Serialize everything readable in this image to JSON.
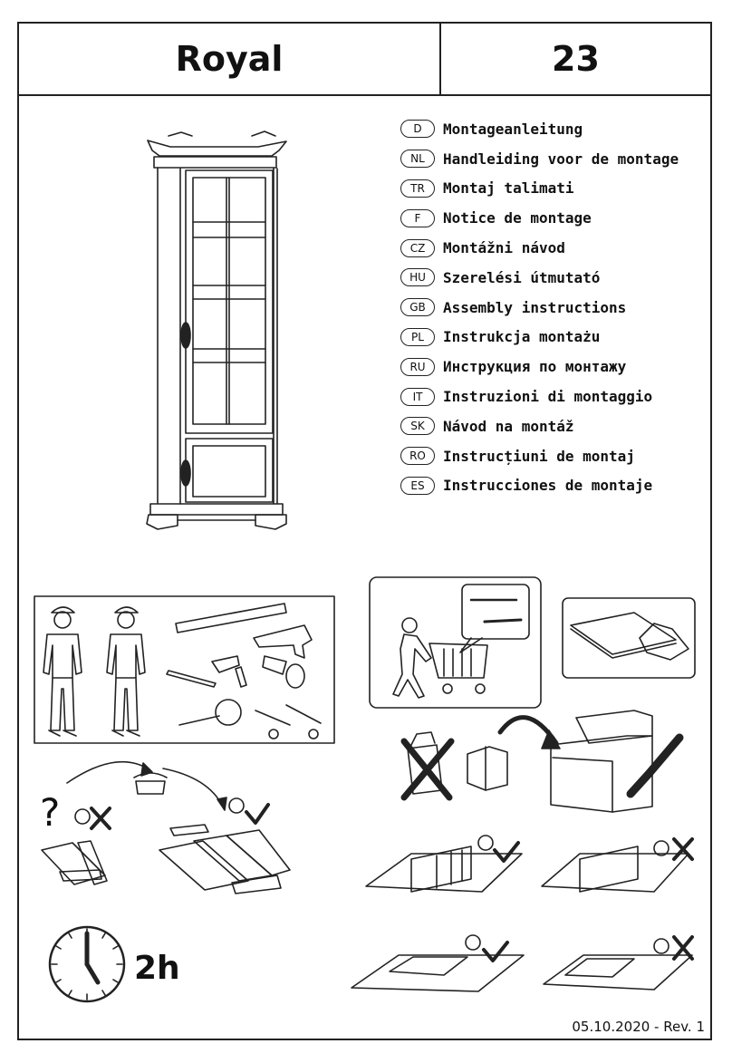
{
  "header": {
    "title": "Royal",
    "page_number": "23"
  },
  "languages": [
    {
      "code": "D",
      "text": "Montageanleitung"
    },
    {
      "code": "NL",
      "text": "Handleiding voor de montage"
    },
    {
      "code": "TR",
      "text": "Montaj talimati"
    },
    {
      "code": "F",
      "text": "Notice de montage"
    },
    {
      "code": "CZ",
      "text": "Montážni návod"
    },
    {
      "code": "HU",
      "text": "Szerelési útmutató"
    },
    {
      "code": "GB",
      "text": "Assembly instructions"
    },
    {
      "code": "PL",
      "text": "Instrukcja montażu"
    },
    {
      "code": "RU",
      "text": "Инструкция по монтажу"
    },
    {
      "code": "IT",
      "text": "Instruzioni di montaggio"
    },
    {
      "code": "SK",
      "text": "Návod na montáž"
    },
    {
      "code": "RO",
      "text": "Instrucțiuni de montaj"
    },
    {
      "code": "ES",
      "text": "Instrucciones de montaje"
    }
  ],
  "duration": "2h",
  "question_mark": "?",
  "footer": {
    "date_rev": "05.10.2020 - Rev. 1"
  }
}
